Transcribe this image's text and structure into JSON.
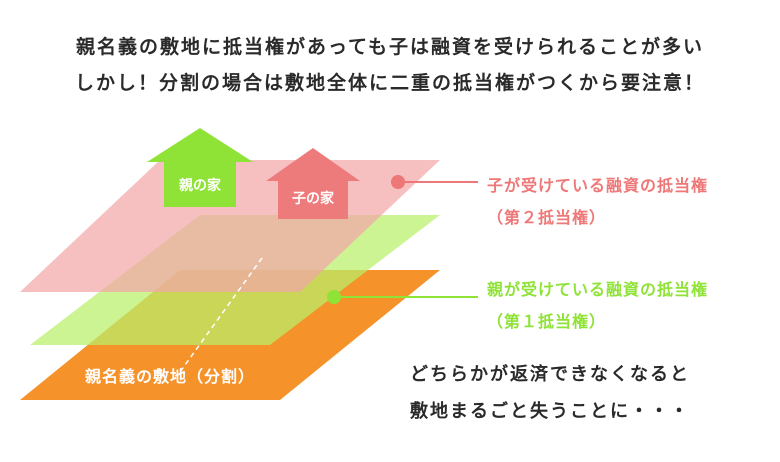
{
  "header": {
    "line1": "親名義の敷地に抵当権があっても子は融資を受けられることが多い",
    "line2": "しかし！分割の場合は敷地全体に二重の抵当権がつくから要注意！"
  },
  "houses": {
    "parent_label": "親の家",
    "child_label": "子の家"
  },
  "layers": {
    "land_label": "親名義の敷地（分割）"
  },
  "callouts": {
    "child_loan": {
      "line1": "子が受けている融資の抵当権",
      "line2": "（第２抵当権）"
    },
    "parent_loan": {
      "line1": "親が受けている融資の抵当権",
      "line2": "（第１抵当権）"
    }
  },
  "warning": {
    "line1": "どちらかが返済できなくなると",
    "line2": "敷地まるごと失うことに・・・"
  },
  "colors": {
    "pink_layer": "#f2a6a8",
    "green_layer": "#b8f06a",
    "orange_layer": "#f5922a",
    "pink_accent": "#ee7777",
    "green_accent": "#8fe236",
    "parent_house": "#8fe236",
    "child_house": "#ee7b7b"
  }
}
